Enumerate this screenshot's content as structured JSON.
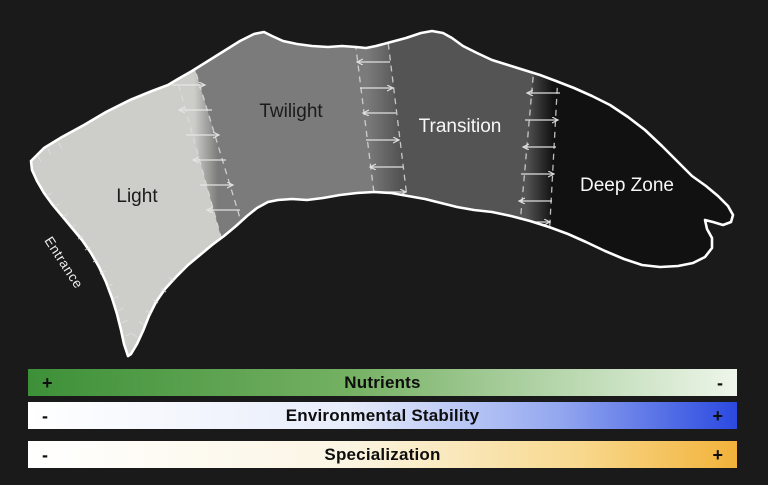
{
  "cave": {
    "entrance_label": "Entrance",
    "zones": [
      {
        "label": "Light",
        "fill": "#cdcdc9",
        "label_color": "#1b1b1b"
      },
      {
        "label": "Twilight",
        "fill": "#7b7b7b",
        "label_color": "#1b1b1b"
      },
      {
        "label": "Transition",
        "fill": "#545454",
        "label_color": "#f7f7f7"
      },
      {
        "label": "Deep Zone",
        "fill": "#111111",
        "label_color": "#f7f7f7"
      }
    ],
    "outline_color": "#ffffff",
    "boundary_style": "dashed lines with alternating bidirectional arrows"
  },
  "bars": [
    {
      "label": "Nutrients",
      "left_sign": "+",
      "right_sign": "-",
      "gradient_stops": [
        "#3d9038 0%",
        "#74b062 45%",
        "#eef6ea 100%"
      ]
    },
    {
      "label": "Environmental Stability",
      "left_sign": "-",
      "right_sign": "+",
      "gradient_stops": [
        "#ffffff 0%",
        "#e8edfb 45%",
        "#93a7ef 75%",
        "#2b49e0 100%"
      ]
    },
    {
      "label": "Specialization",
      "left_sign": "-",
      "right_sign": "+",
      "gradient_stops": [
        "#ffffff 0%",
        "#fbf5e3 45%",
        "#f8d88c 78%",
        "#f2b23a 100%"
      ]
    }
  ],
  "colors": {
    "background": "#1b1a1a"
  }
}
